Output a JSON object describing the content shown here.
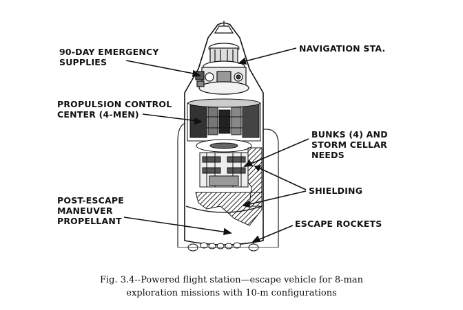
{
  "labels": {
    "emergency_supplies": [
      "90-DAY EMERGENCY",
      "SUPPLIES"
    ],
    "navigation": [
      "NAVIGATION STA."
    ],
    "propulsion_control": [
      "PROPULSION CONTROL",
      "CENTER (4-MEN)"
    ],
    "bunks": [
      "BUNKS (4) AND",
      "STORM CELLAR",
      "NEEDS"
    ],
    "shielding": [
      "SHIELDING"
    ],
    "post_escape": [
      "POST-ESCAPE",
      "MANEUVER",
      "PROPELLANT"
    ],
    "escape_rockets": [
      "ESCAPE ROCKETS"
    ]
  },
  "caption": {
    "line1": "Fig. 3.4--Powered flight station—escape vehicle for 8-man",
    "line2": "exploration missions with 10-m configurations"
  }
}
